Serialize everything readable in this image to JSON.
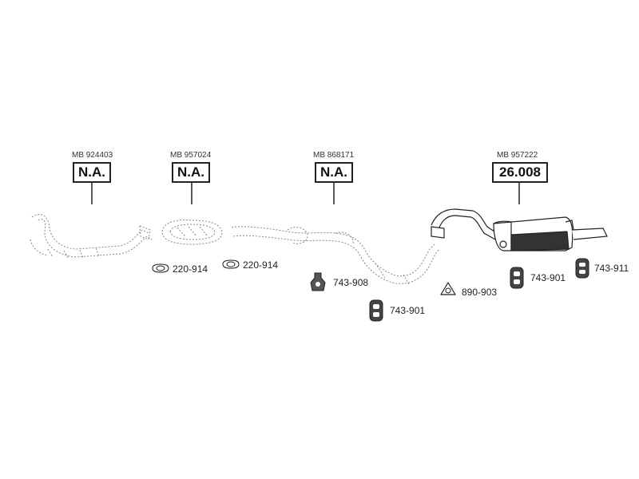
{
  "groups": [
    {
      "ref": "MB 924403",
      "price": "N.A."
    },
    {
      "ref": "MB 957024",
      "price": "N.A."
    },
    {
      "ref": "MB 868171",
      "price": "N.A."
    },
    {
      "ref": "MB 957222",
      "price": "26.008"
    }
  ],
  "accessories": [
    {
      "code": "220-914",
      "icon": "flange-gasket-icon"
    },
    {
      "code": "220-914",
      "icon": "flange-gasket-icon"
    },
    {
      "code": "743-908",
      "icon": "rubber-mount-icon"
    },
    {
      "code": "743-901",
      "icon": "rubber-hanger-icon"
    },
    {
      "code": "890-903",
      "icon": "triangle-gasket-icon"
    },
    {
      "code": "743-901",
      "icon": "rubber-hanger-icon"
    },
    {
      "code": "743-911",
      "icon": "rubber-hanger-icon"
    }
  ]
}
